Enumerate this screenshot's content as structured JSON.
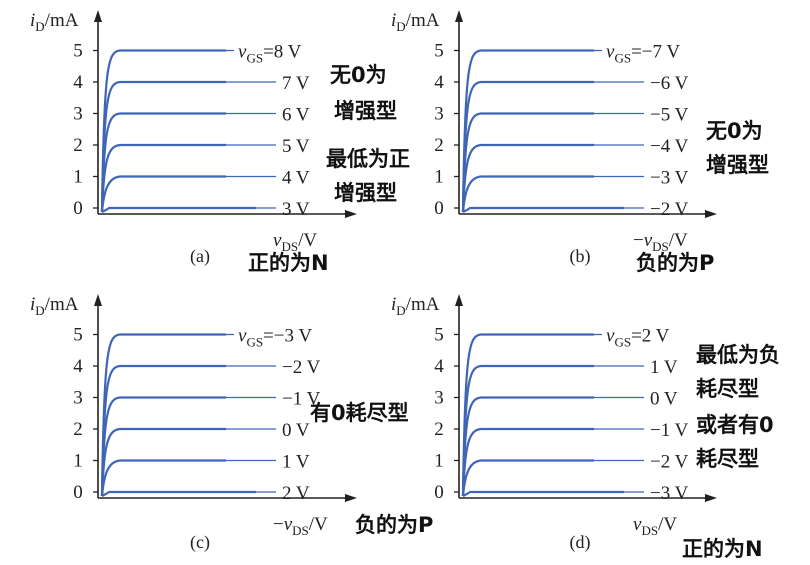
{
  "panels": [
    {
      "id": "a",
      "caption": "(a)",
      "y_unit": "/mA",
      "x_unit": "/V",
      "x_sign": "",
      "y_ticks": [
        "5",
        "4",
        "3",
        "2",
        "1",
        "0"
      ],
      "curve_labels": [
        "v_GS=8 V",
        "7 V",
        "6 V",
        "5 V",
        "4 V",
        "3 V"
      ],
      "curve_levels": [
        5,
        4,
        3,
        2,
        1,
        0
      ],
      "notes": [
        "无0为",
        "增强型",
        "最低为正",
        "增强型"
      ],
      "bottom_note": "正的为N"
    },
    {
      "id": "b",
      "caption": "(b)",
      "y_unit": "/mA",
      "x_unit": "/V",
      "x_sign": "−",
      "y_ticks": [
        "5",
        "4",
        "3",
        "2",
        "1",
        "0"
      ],
      "curve_labels": [
        "v_GS=−7 V",
        "−6 V",
        "−5 V",
        "−4 V",
        "−3 V",
        "−2 V"
      ],
      "curve_levels": [
        5,
        4,
        3,
        2,
        1,
        0
      ],
      "notes": [
        "无0为",
        "增强型"
      ],
      "bottom_note": "负的为P"
    },
    {
      "id": "c",
      "caption": "(c)",
      "y_unit": "/mA",
      "x_unit": "/V",
      "x_sign": "−",
      "y_ticks": [
        "5",
        "4",
        "3",
        "2",
        "1",
        "0"
      ],
      "curve_labels": [
        "v_GS=−3 V",
        "−2 V",
        "−1 V",
        "0 V",
        "1 V",
        "2 V"
      ],
      "curve_levels": [
        5,
        4,
        3,
        2,
        1,
        0
      ],
      "notes": [
        "有0耗尽型"
      ],
      "bottom_note": "负的为P"
    },
    {
      "id": "d",
      "caption": "(d)",
      "y_unit": "/mA",
      "x_unit": "/V",
      "x_sign": "",
      "y_ticks": [
        "5",
        "4",
        "3",
        "2",
        "1",
        "0"
      ],
      "curve_labels": [
        "v_GS=2 V",
        "1 V",
        "0 V",
        "−1 V",
        "−2 V",
        "−3 V"
      ],
      "curve_levels": [
        5,
        4,
        3,
        2,
        1,
        0
      ],
      "notes": [
        "最低为负",
        "耗尽型",
        "或者有0",
        "耗尽型"
      ],
      "bottom_note": "正的为N"
    }
  ],
  "colors": {
    "curve": "#3f66b6",
    "axis": "#222222",
    "note": "#111111"
  }
}
